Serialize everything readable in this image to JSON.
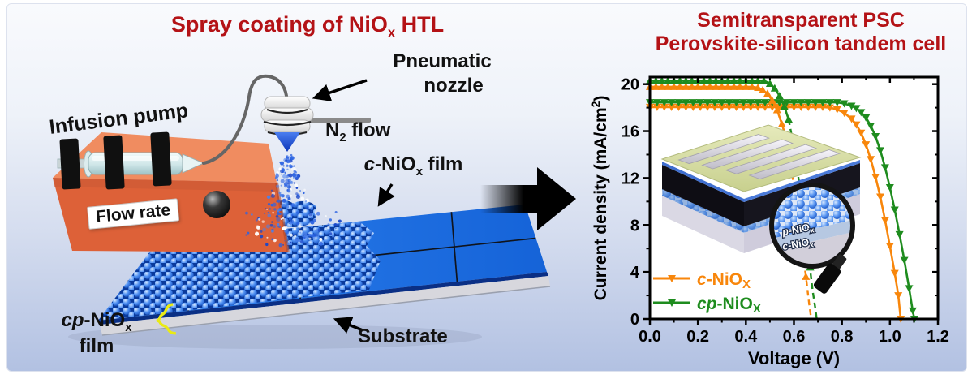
{
  "canvas": {
    "title_color": "#b41216"
  },
  "left_panel": {
    "title": {
      "pre": "Spray coating of NiO",
      "sub": "x",
      "post": " HTL"
    },
    "labels": {
      "infusion_pump": "Infusion pump",
      "flow_rate": "Flow rate",
      "pneumatic_nozzle_line1": "Pneumatic",
      "pneumatic_nozzle_line2": "nozzle",
      "n2_flow": {
        "pre": "N",
        "sub": "2",
        "post": " flow"
      },
      "c_film": {
        "it": "c",
        "pre": "-NiO",
        "sub": "x",
        "post": " film"
      },
      "cp_film_line1": {
        "it": "cp",
        "pre": "-NiO",
        "sub": "x"
      },
      "cp_film_line2": "film",
      "substrate": "Substrate"
    }
  },
  "right_panel": {
    "title_line1": "Semitransparent PSC",
    "title_line2": "Perovskite-silicon tandem cell"
  },
  "chart_data": {
    "type": "line",
    "xlabel": "Voltage (V)",
    "ylabel": {
      "pre": "Current density (mA/cm",
      "sup": "2",
      "post": ")"
    },
    "xlim": [
      0,
      1.2
    ],
    "ylim": [
      0,
      20.6
    ],
    "xticks": [
      0,
      0.2,
      0.4,
      0.6,
      0.8,
      1.0,
      1.2
    ],
    "xtick_labels": [
      "0.0",
      "0.2",
      "0.4",
      "0.6",
      "0.8",
      "1.0",
      "1.2"
    ],
    "yticks": [
      0,
      4,
      8,
      12,
      16,
      20
    ],
    "ytick_labels": [
      "0",
      "4",
      "8",
      "12",
      "16",
      "20"
    ],
    "x_minor": [
      0.1,
      0.3,
      0.5,
      0.7,
      0.9,
      1.1
    ],
    "y_minor": [
      2,
      6,
      10,
      14,
      18
    ],
    "legend_position": "lower-left",
    "legend": [
      {
        "it": "c",
        "pre": "-NiO",
        "sub": "X",
        "color": "#f8860b"
      },
      {
        "it": "cp",
        "pre": "-NiO",
        "sub": "X",
        "color": "#1e8c1e"
      }
    ],
    "inset_labels": [
      {
        "it": "p",
        "pre": "-NiO",
        "sub": "x"
      },
      {
        "it": "c",
        "pre": "-NiO",
        "sub": "x"
      }
    ],
    "series": [
      {
        "id": "c-NiOX-tandem",
        "color": "#f8860b",
        "marker": "down",
        "solid": [
          [
            0,
            18.05
          ],
          [
            0.03,
            18.05
          ],
          [
            0.06,
            18.05
          ],
          [
            0.09,
            18.05
          ],
          [
            0.12,
            18.05
          ],
          [
            0.15,
            18.05
          ],
          [
            0.18,
            18.05
          ],
          [
            0.21,
            18.05
          ],
          [
            0.24,
            18.05
          ],
          [
            0.27,
            18.05
          ],
          [
            0.3,
            18.05
          ],
          [
            0.33,
            18.05
          ],
          [
            0.36,
            18.05
          ],
          [
            0.39,
            18.05
          ],
          [
            0.42,
            18.05
          ],
          [
            0.45,
            18.05
          ],
          [
            0.48,
            18.05
          ],
          [
            0.51,
            18.05
          ],
          [
            0.54,
            18.05
          ],
          [
            0.57,
            18.05
          ],
          [
            0.6,
            18.05
          ],
          [
            0.63,
            18.05
          ],
          [
            0.66,
            18.05
          ],
          [
            0.69,
            18.05
          ],
          [
            0.72,
            18.05
          ],
          [
            0.75,
            18.0
          ],
          [
            0.78,
            17.85
          ],
          [
            0.81,
            17.55
          ],
          [
            0.84,
            17.05
          ],
          [
            0.86,
            16.55
          ],
          [
            0.88,
            15.85
          ],
          [
            0.9,
            14.85
          ],
          [
            0.92,
            13.6
          ],
          [
            0.94,
            12.1
          ],
          [
            0.96,
            10.4
          ],
          [
            0.98,
            8.4
          ],
          [
            1.0,
            6.2
          ],
          [
            1.02,
            3.9
          ],
          [
            1.035,
            2.0
          ],
          [
            1.045,
            0
          ]
        ],
        "dashed": [],
        "dashed_markers": []
      },
      {
        "id": "cp-NiOX-tandem",
        "color": "#1e8c1e",
        "marker": "down",
        "solid": [
          [
            0,
            18.45
          ],
          [
            0.03,
            18.45
          ],
          [
            0.06,
            18.45
          ],
          [
            0.09,
            18.45
          ],
          [
            0.12,
            18.45
          ],
          [
            0.15,
            18.45
          ],
          [
            0.18,
            18.45
          ],
          [
            0.21,
            18.45
          ],
          [
            0.24,
            18.45
          ],
          [
            0.27,
            18.45
          ],
          [
            0.3,
            18.45
          ],
          [
            0.33,
            18.45
          ],
          [
            0.36,
            18.45
          ],
          [
            0.39,
            18.45
          ],
          [
            0.42,
            18.45
          ],
          [
            0.45,
            18.45
          ],
          [
            0.48,
            18.45
          ],
          [
            0.51,
            18.45
          ],
          [
            0.54,
            18.45
          ],
          [
            0.57,
            18.45
          ],
          [
            0.6,
            18.45
          ],
          [
            0.63,
            18.45
          ],
          [
            0.66,
            18.45
          ],
          [
            0.69,
            18.45
          ],
          [
            0.72,
            18.45
          ],
          [
            0.75,
            18.45
          ],
          [
            0.78,
            18.45
          ],
          [
            0.81,
            18.35
          ],
          [
            0.84,
            18.15
          ],
          [
            0.86,
            17.95
          ],
          [
            0.88,
            17.6
          ],
          [
            0.9,
            17.15
          ],
          [
            0.92,
            16.45
          ],
          [
            0.94,
            15.55
          ],
          [
            0.96,
            14.35
          ],
          [
            0.98,
            12.9
          ],
          [
            1.0,
            11.2
          ],
          [
            1.02,
            9.3
          ],
          [
            1.04,
            7.2
          ],
          [
            1.06,
            5.0
          ],
          [
            1.08,
            2.6
          ],
          [
            1.095,
            0.7
          ],
          [
            1.102,
            0
          ]
        ],
        "dashed": [],
        "dashed_markers": []
      },
      {
        "id": "c-NiOX-steep",
        "color": "#f8860b",
        "marker": "up",
        "solid": [
          [
            0,
            19.78
          ],
          [
            0.025,
            19.78
          ],
          [
            0.05,
            19.78
          ],
          [
            0.075,
            19.78
          ],
          [
            0.1,
            19.78
          ],
          [
            0.125,
            19.78
          ],
          [
            0.15,
            19.78
          ],
          [
            0.175,
            19.78
          ],
          [
            0.2,
            19.78
          ],
          [
            0.225,
            19.78
          ],
          [
            0.25,
            19.78
          ],
          [
            0.275,
            19.78
          ],
          [
            0.3,
            19.78
          ],
          [
            0.325,
            19.78
          ],
          [
            0.35,
            19.78
          ],
          [
            0.375,
            19.78
          ],
          [
            0.4,
            19.78
          ],
          [
            0.425,
            19.78
          ],
          [
            0.45,
            19.7
          ],
          [
            0.47,
            19.5
          ],
          [
            0.49,
            19.2
          ],
          [
            0.51,
            18.6
          ],
          [
            0.53,
            17.8
          ],
          [
            0.55,
            16.6
          ],
          [
            0.565,
            15.6
          ]
        ],
        "dashed": [
          [
            0.565,
            15.6
          ],
          [
            0.59,
            12.7
          ],
          [
            0.613,
            9.5
          ],
          [
            0.633,
            6.3
          ],
          [
            0.65,
            3.6
          ],
          [
            0.663,
            1.4
          ],
          [
            0.672,
            0
          ]
        ],
        "dashed_markers": [
          [
            0.65,
            3.6
          ]
        ]
      },
      {
        "id": "cp-NiOX-steep",
        "color": "#1e8c1e",
        "marker": "up",
        "solid": [
          [
            0,
            20.3
          ],
          [
            0.025,
            20.3
          ],
          [
            0.05,
            20.3
          ],
          [
            0.075,
            20.3
          ],
          [
            0.1,
            20.3
          ],
          [
            0.125,
            20.3
          ],
          [
            0.15,
            20.3
          ],
          [
            0.175,
            20.3
          ],
          [
            0.2,
            20.3
          ],
          [
            0.225,
            20.3
          ],
          [
            0.25,
            20.3
          ],
          [
            0.275,
            20.3
          ],
          [
            0.3,
            20.3
          ],
          [
            0.325,
            20.3
          ],
          [
            0.35,
            20.3
          ],
          [
            0.375,
            20.3
          ],
          [
            0.4,
            20.3
          ],
          [
            0.425,
            20.3
          ],
          [
            0.45,
            20.3
          ],
          [
            0.475,
            20.3
          ],
          [
            0.5,
            20.05
          ],
          [
            0.52,
            19.65
          ],
          [
            0.54,
            19.0
          ],
          [
            0.56,
            18.1
          ],
          [
            0.578,
            17.0
          ]
        ],
        "dashed": [
          [
            0.578,
            17.0
          ],
          [
            0.6,
            14.6
          ],
          [
            0.622,
            11.6
          ],
          [
            0.643,
            8.4
          ],
          [
            0.662,
            5.2
          ],
          [
            0.678,
            2.4
          ],
          [
            0.69,
            0.8
          ],
          [
            0.695,
            0
          ]
        ],
        "dashed_markers": [
          [
            0.668,
            4.4
          ]
        ]
      }
    ]
  }
}
